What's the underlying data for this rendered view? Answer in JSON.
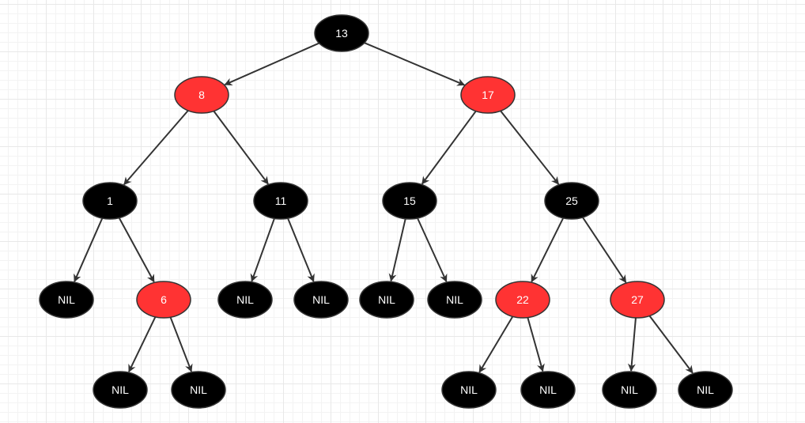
{
  "colors": {
    "black_node": "#000000",
    "red_node": "#ff3333",
    "edge": "#333333",
    "text": "#ffffff"
  },
  "tree": {
    "nodes": [
      {
        "id": "n13",
        "label": "13",
        "color": "black"
      },
      {
        "id": "n8",
        "label": "8",
        "color": "red"
      },
      {
        "id": "n17",
        "label": "17",
        "color": "red"
      },
      {
        "id": "n1",
        "label": "1",
        "color": "black"
      },
      {
        "id": "n11",
        "label": "11",
        "color": "black"
      },
      {
        "id": "n15",
        "label": "15",
        "color": "black"
      },
      {
        "id": "n25",
        "label": "25",
        "color": "black"
      },
      {
        "id": "nil1",
        "label": "NIL",
        "color": "black"
      },
      {
        "id": "n6",
        "label": "6",
        "color": "red"
      },
      {
        "id": "nil2",
        "label": "NIL",
        "color": "black"
      },
      {
        "id": "nil3",
        "label": "NIL",
        "color": "black"
      },
      {
        "id": "nil4",
        "label": "NIL",
        "color": "black"
      },
      {
        "id": "nil5",
        "label": "NIL",
        "color": "black"
      },
      {
        "id": "n22",
        "label": "22",
        "color": "red"
      },
      {
        "id": "n27",
        "label": "27",
        "color": "red"
      },
      {
        "id": "nil6",
        "label": "NIL",
        "color": "black"
      },
      {
        "id": "nil7",
        "label": "NIL",
        "color": "black"
      },
      {
        "id": "nil8",
        "label": "NIL",
        "color": "black"
      },
      {
        "id": "nil9",
        "label": "NIL",
        "color": "black"
      },
      {
        "id": "nil10",
        "label": "NIL",
        "color": "black"
      },
      {
        "id": "nil11",
        "label": "NIL",
        "color": "black"
      }
    ],
    "edges": [
      [
        "n13",
        "n8"
      ],
      [
        "n13",
        "n17"
      ],
      [
        "n8",
        "n1"
      ],
      [
        "n8",
        "n11"
      ],
      [
        "n17",
        "n15"
      ],
      [
        "n17",
        "n25"
      ],
      [
        "n1",
        "nil1"
      ],
      [
        "n1",
        "n6"
      ],
      [
        "n11",
        "nil2"
      ],
      [
        "n11",
        "nil3"
      ],
      [
        "n15",
        "nil4"
      ],
      [
        "n15",
        "nil5"
      ],
      [
        "n25",
        "n22"
      ],
      [
        "n25",
        "n27"
      ],
      [
        "n6",
        "nil6"
      ],
      [
        "n6",
        "nil7"
      ],
      [
        "n22",
        "nil8"
      ],
      [
        "n22",
        "nil9"
      ],
      [
        "n27",
        "nil10"
      ],
      [
        "n27",
        "nil11"
      ]
    ]
  }
}
